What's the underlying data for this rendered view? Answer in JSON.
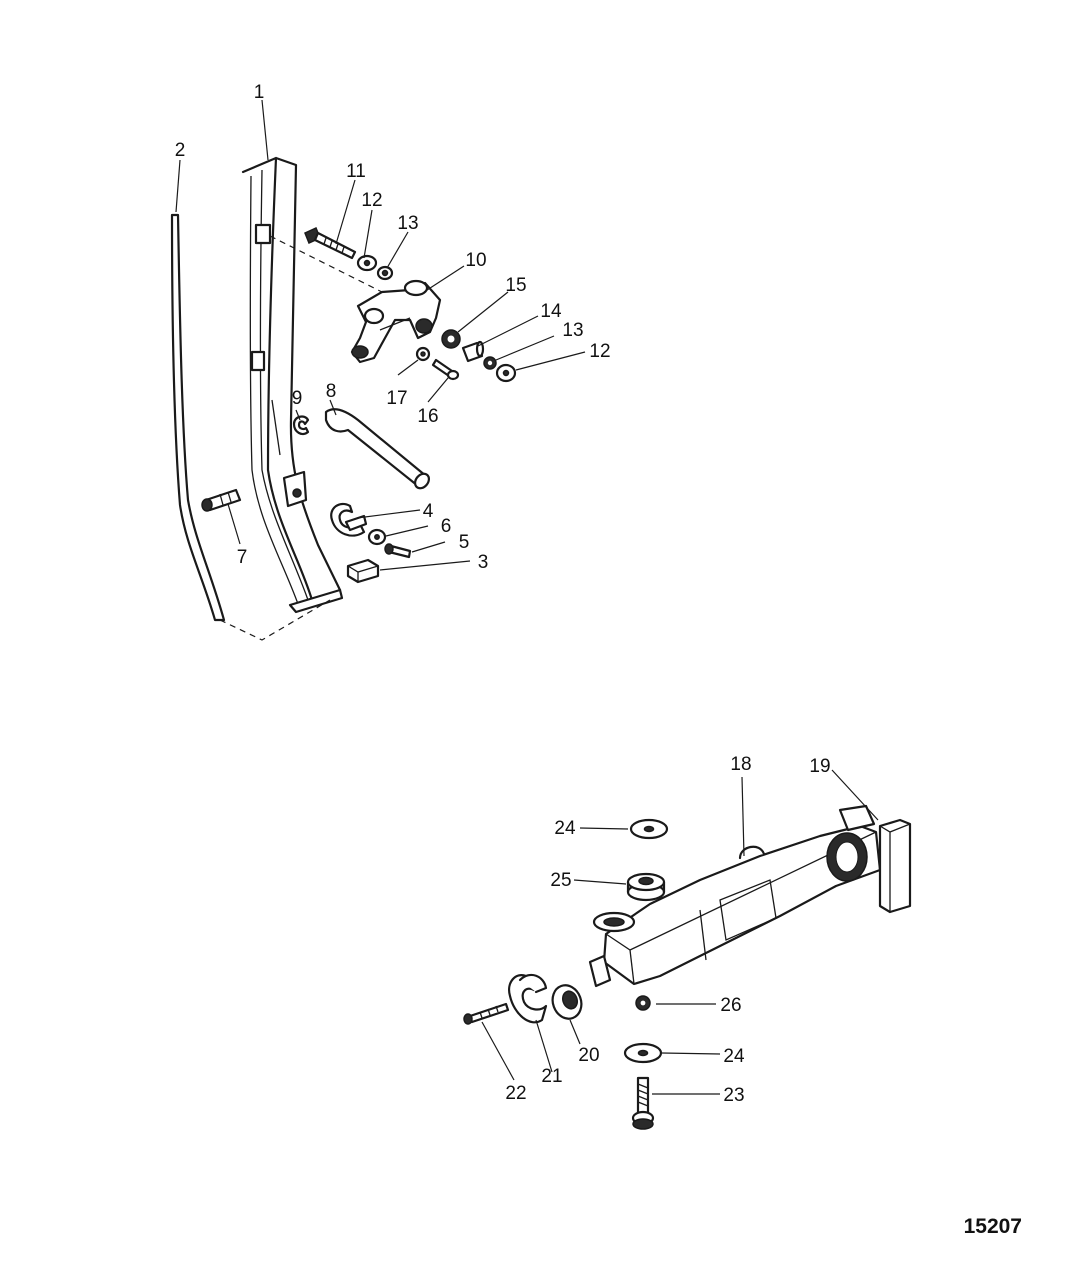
{
  "figure_number": "15207",
  "callouts": {
    "c1": "1",
    "c2": "2",
    "c3": "3",
    "c4": "4",
    "c5": "5",
    "c6": "6",
    "c7": "7",
    "c8": "8",
    "c9": "9",
    "c10": "10",
    "c11": "11",
    "c12a": "12",
    "c12b": "12",
    "c13a": "13",
    "c13b": "13",
    "c14": "14",
    "c15": "15",
    "c16": "16",
    "c17": "17",
    "c18": "18",
    "c19": "19",
    "c20": "20",
    "c21": "21",
    "c22": "22",
    "c23": "23",
    "c24a": "24",
    "c24b": "24",
    "c25": "25",
    "c26": "26"
  }
}
